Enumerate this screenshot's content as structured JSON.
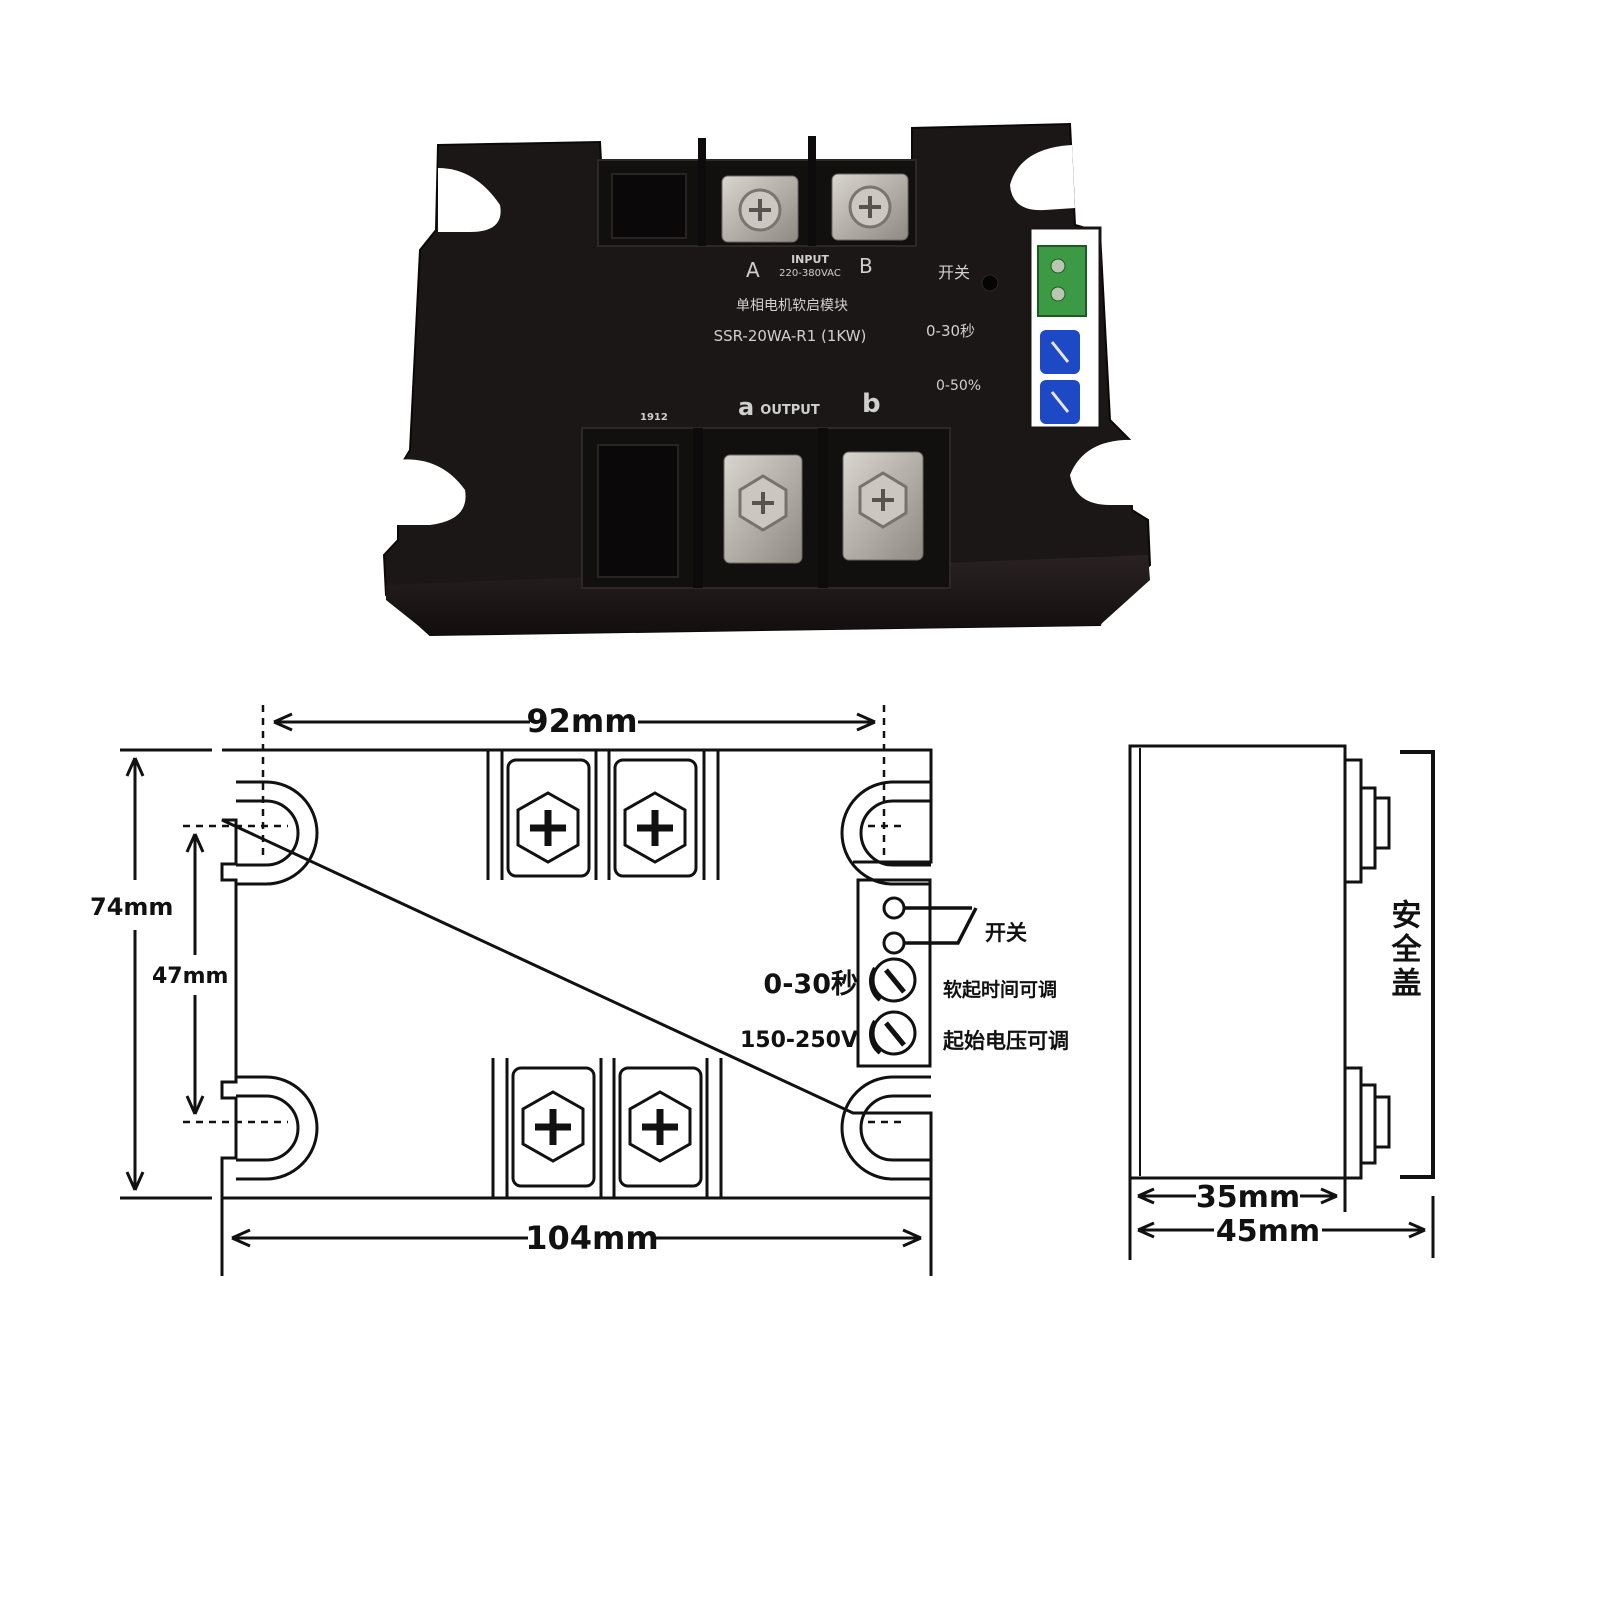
{
  "colors": {
    "housing": "#1b1616",
    "housing_edge": "#2b2424",
    "terminal_metal": "#b9b4ad",
    "terminal_green": "#3c9a44",
    "potentiometer_blue": "#1d49c4",
    "drawing_line": "#111111"
  },
  "photo": {
    "input_label": "INPUT",
    "input_voltage": "220-380VAC",
    "terminal_A": "A",
    "terminal_B": "B",
    "product_name": "单相电机软启模块",
    "model": "SSR-20WA-R1 (1KW)",
    "switch_label": "开关",
    "time_range": "0-30秒",
    "voltage_range": "0-50%",
    "date_code": "1912",
    "terminal_a": "a",
    "output_label": "OUTPUT",
    "terminal_b": "b"
  },
  "drawing": {
    "mount_spacing": "92mm",
    "height": "74mm",
    "inner_height": "47mm",
    "length": "104mm",
    "switch_label": "开关",
    "time_value": "0-30秒",
    "time_adjust": "软起时间可调",
    "voltage_value": "150-250V",
    "voltage_adjust": "起始电压可调",
    "cover_label": "安全盖",
    "depth_body": "35mm",
    "depth_total": "45mm"
  }
}
